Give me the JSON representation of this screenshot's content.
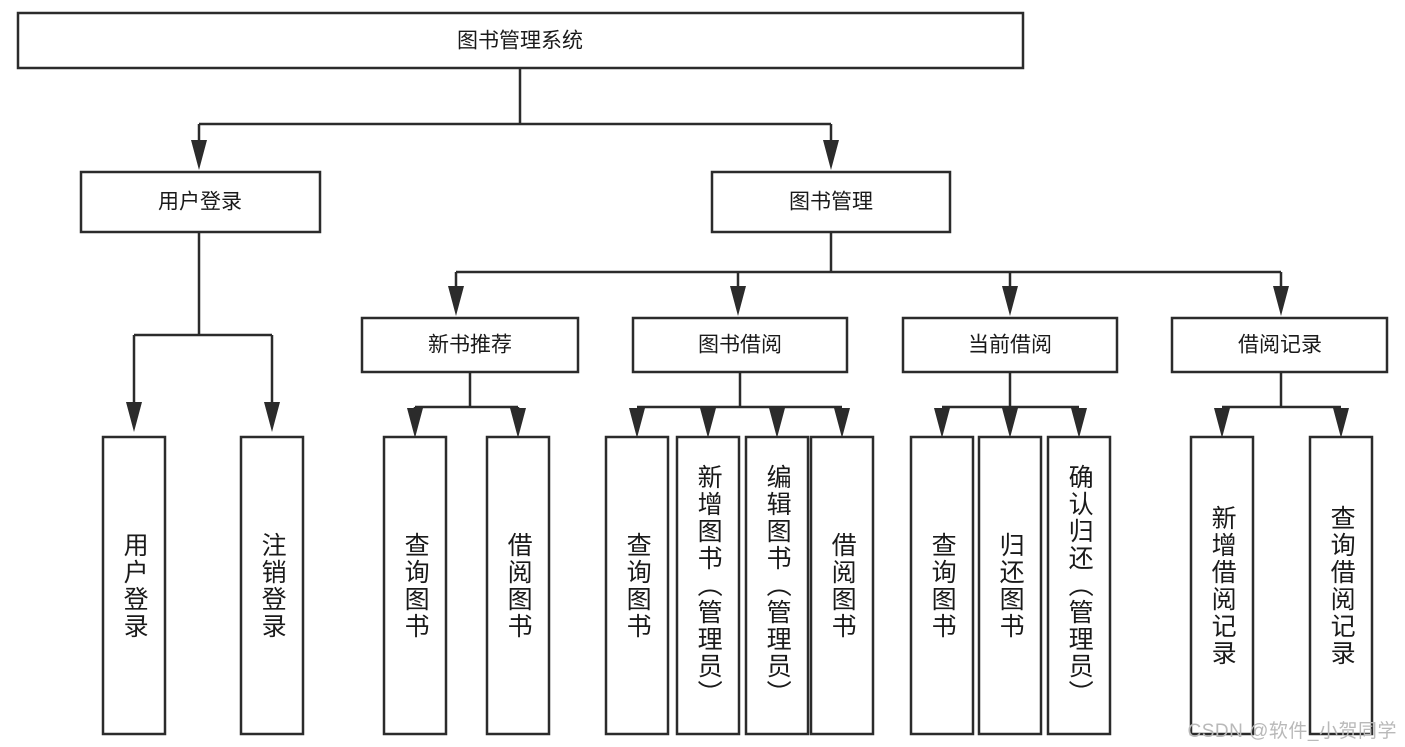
{
  "diagram": {
    "type": "tree-hierarchy",
    "title": "图书管理系统",
    "watermark": "CSDN @软件_小贺同学",
    "colors": {
      "box_stroke": "#2b2b2b",
      "box_fill": "#ffffff",
      "text": "#1a1a1a",
      "background": "#ffffff",
      "watermark": "#b9b9b9"
    },
    "root": {
      "label": "图书管理系统"
    },
    "level2": [
      {
        "label": "用户登录"
      },
      {
        "label": "图书管理"
      }
    ],
    "level3": [
      {
        "label": "新书推荐"
      },
      {
        "label": "图书借阅"
      },
      {
        "label": "当前借阅"
      },
      {
        "label": "借阅记录"
      }
    ],
    "leaves": {
      "user_login": [
        {
          "label": "用户登录"
        },
        {
          "label": "注销登录"
        }
      ],
      "new_book_recommend": [
        {
          "label": "查询图书"
        },
        {
          "label": "借阅图书"
        }
      ],
      "book_borrow": [
        {
          "label": "查询图书"
        },
        {
          "label": "新增图书（管理员）"
        },
        {
          "label": "编辑图书（管理员）"
        },
        {
          "label": "借阅图书"
        }
      ],
      "current_borrow": [
        {
          "label": "查询图书"
        },
        {
          "label": "归还图书"
        },
        {
          "label": "确认归还（管理员）"
        }
      ],
      "borrow_record": [
        {
          "label": "新增借阅记录"
        },
        {
          "label": "查询借阅记录"
        }
      ]
    }
  }
}
